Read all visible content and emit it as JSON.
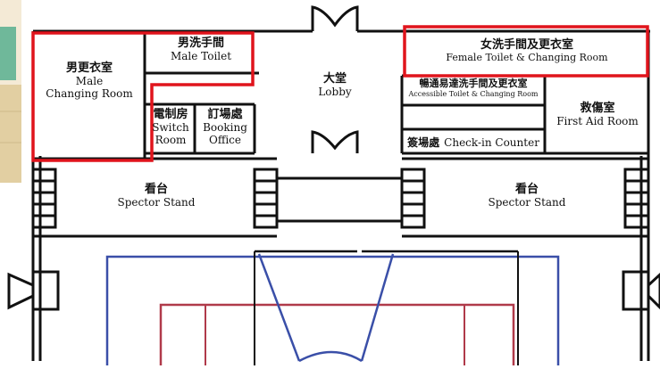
{
  "rooms": {
    "male_changing": {
      "zh": "男更衣室",
      "en1": "Male",
      "en2": "Changing Room"
    },
    "male_toilet": {
      "zh": "男洗手間",
      "en": "Male Toilet"
    },
    "switch_room": {
      "zh": "電制房",
      "en1": "Switch",
      "en2": "Room"
    },
    "booking_office": {
      "zh": "訂場處",
      "en1": "Booking",
      "en2": "Office"
    },
    "lobby": {
      "zh": "大堂",
      "en": "Lobby"
    },
    "female_toilet": {
      "zh": "女洗手間及更衣室",
      "en": "Female Toilet & Changing Room"
    },
    "accessible_toilet": {
      "zh": "暢通易達洗手間及更衣室",
      "en": "Accessible Toilet & Changing Room"
    },
    "first_aid": {
      "zh": "救傷室",
      "en": "First Aid Room"
    },
    "checkin": {
      "zh": "簽場處",
      "en": "Check-in Counter"
    },
    "stand_left": {
      "zh": "看台",
      "en": "Spector Stand"
    },
    "stand_right": {
      "zh": "看台",
      "en": "Spector Stand"
    }
  },
  "colors": {
    "wall": "#111111",
    "highlight": "#e0141c",
    "court_outer": "#3a4fa8",
    "court_inner": "#b03a4a",
    "photo_tile": "#e9d9b2",
    "photo_green": "#6fb89a"
  }
}
